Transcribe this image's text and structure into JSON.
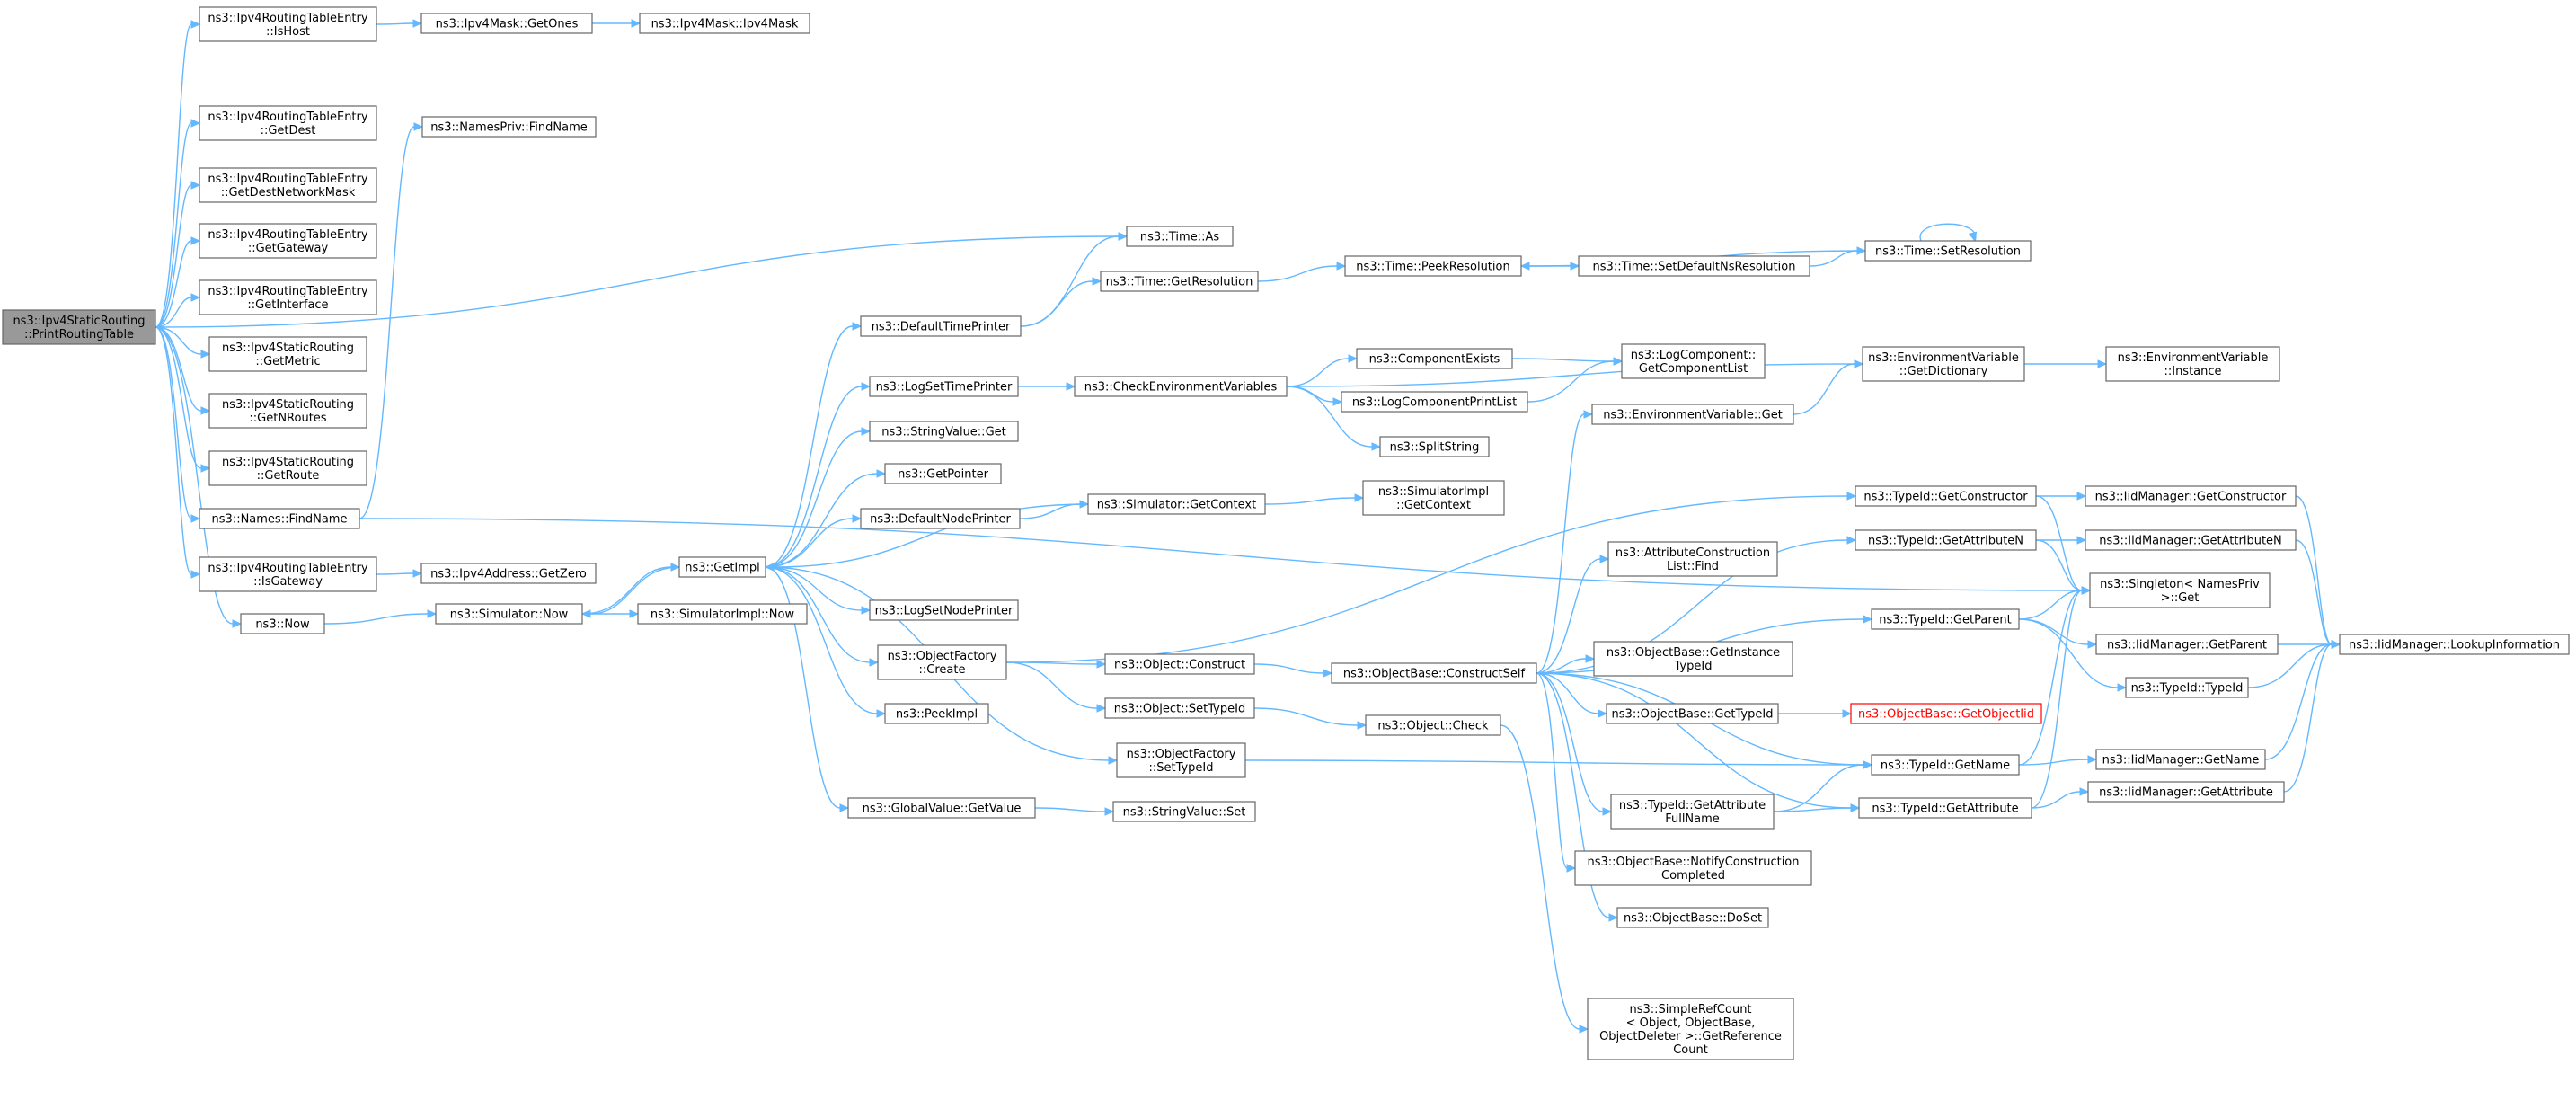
{
  "graph": {
    "colors": {
      "edge": "#63b8ff",
      "node_border": "#666666",
      "root_fill": "#999999",
      "highlight": "#ff0000"
    },
    "nodes": [
      {
        "id": "root",
        "lines": [
          "ns3::Ipv4StaticRouting",
          "::PrintRoutingTable"
        ],
        "style": "root"
      },
      {
        "id": "isHost",
        "lines": [
          "ns3::Ipv4RoutingTableEntry",
          "::IsHost"
        ]
      },
      {
        "id": "getDest",
        "lines": [
          "ns3::Ipv4RoutingTableEntry",
          "::GetDest"
        ]
      },
      {
        "id": "getDestMask",
        "lines": [
          "ns3::Ipv4RoutingTableEntry",
          "::GetDestNetworkMask"
        ]
      },
      {
        "id": "getGateway",
        "lines": [
          "ns3::Ipv4RoutingTableEntry",
          "::GetGateway"
        ]
      },
      {
        "id": "getInterface",
        "lines": [
          "ns3::Ipv4RoutingTableEntry",
          "::GetInterface"
        ]
      },
      {
        "id": "getMetric",
        "lines": [
          "ns3::Ipv4StaticRouting",
          "::GetMetric"
        ]
      },
      {
        "id": "getNRoutes",
        "lines": [
          "ns3::Ipv4StaticRouting",
          "::GetNRoutes"
        ]
      },
      {
        "id": "getRoute",
        "lines": [
          "ns3::Ipv4StaticRouting",
          "::GetRoute"
        ]
      },
      {
        "id": "namesFind",
        "lines": [
          "ns3::Names::FindName"
        ]
      },
      {
        "id": "isGateway",
        "lines": [
          "ns3::Ipv4RoutingTableEntry",
          "::IsGateway"
        ]
      },
      {
        "id": "now",
        "lines": [
          "ns3::Now"
        ]
      },
      {
        "id": "maskGetOnes",
        "lines": [
          "ns3::Ipv4Mask::GetOnes"
        ]
      },
      {
        "id": "maskCtor",
        "lines": [
          "ns3::Ipv4Mask::Ipv4Mask"
        ]
      },
      {
        "id": "namesPrivFind",
        "lines": [
          "ns3::NamesPriv::FindName"
        ]
      },
      {
        "id": "addrGetZero",
        "lines": [
          "ns3::Ipv4Address::GetZero"
        ]
      },
      {
        "id": "simNow",
        "lines": [
          "ns3::Simulator::Now"
        ]
      },
      {
        "id": "getImpl",
        "lines": [
          "ns3::GetImpl"
        ]
      },
      {
        "id": "simImplNow",
        "lines": [
          "ns3::SimulatorImpl::Now"
        ]
      },
      {
        "id": "timeAs",
        "lines": [
          "ns3::Time::As"
        ]
      },
      {
        "id": "defTimePrinter",
        "lines": [
          "ns3::DefaultTimePrinter"
        ]
      },
      {
        "id": "logSetTimePrinter",
        "lines": [
          "ns3::LogSetTimePrinter"
        ]
      },
      {
        "id": "stringValueGet",
        "lines": [
          "ns3::StringValue::Get"
        ]
      },
      {
        "id": "getPointer",
        "lines": [
          "ns3::GetPointer"
        ]
      },
      {
        "id": "defNodePrinter",
        "lines": [
          "ns3::DefaultNodePrinter"
        ]
      },
      {
        "id": "logSetNodePrinter",
        "lines": [
          "ns3::LogSetNodePrinter"
        ]
      },
      {
        "id": "objFactoryCreate",
        "lines": [
          "ns3::ObjectFactory",
          "::Create"
        ]
      },
      {
        "id": "peekImpl",
        "lines": [
          "ns3::PeekImpl"
        ]
      },
      {
        "id": "gvGetValue",
        "lines": [
          "ns3::GlobalValue::GetValue"
        ]
      },
      {
        "id": "timeGetRes",
        "lines": [
          "ns3::Time::GetResolution"
        ]
      },
      {
        "id": "checkEnvVars",
        "lines": [
          "ns3::CheckEnvironmentVariables"
        ]
      },
      {
        "id": "simGetContext",
        "lines": [
          "ns3::Simulator::GetContext"
        ]
      },
      {
        "id": "objConstruct",
        "lines": [
          "ns3::Object::Construct"
        ]
      },
      {
        "id": "objSetTypeId",
        "lines": [
          "ns3::Object::SetTypeId"
        ]
      },
      {
        "id": "objFactorySetTypeId",
        "lines": [
          "ns3::ObjectFactory",
          "::SetTypeId"
        ]
      },
      {
        "id": "stringValueSet",
        "lines": [
          "ns3::StringValue::Set"
        ]
      },
      {
        "id": "timePeekRes",
        "lines": [
          "ns3::Time::PeekResolution"
        ]
      },
      {
        "id": "componentExists",
        "lines": [
          "ns3::ComponentExists"
        ]
      },
      {
        "id": "logCompPrintList",
        "lines": [
          "ns3::LogComponentPrintList"
        ]
      },
      {
        "id": "splitString",
        "lines": [
          "ns3::SplitString"
        ]
      },
      {
        "id": "simImplGetContext",
        "lines": [
          "ns3::SimulatorImpl",
          "::GetContext"
        ]
      },
      {
        "id": "objBaseConstructSelf",
        "lines": [
          "ns3::ObjectBase::ConstructSelf"
        ]
      },
      {
        "id": "objCheck",
        "lines": [
          "ns3::Object::Check"
        ]
      },
      {
        "id": "timeSetDefNsRes",
        "lines": [
          "ns3::Time::SetDefaultNsResolution"
        ]
      },
      {
        "id": "logCompGetList",
        "lines": [
          "ns3::LogComponent::",
          "GetComponentList"
        ]
      },
      {
        "id": "envVarGet",
        "lines": [
          "ns3::EnvironmentVariable::Get"
        ]
      },
      {
        "id": "attrConstrListFind",
        "lines": [
          "ns3::AttributeConstruction",
          "List::Find"
        ]
      },
      {
        "id": "objBaseGetInstTypeId",
        "lines": [
          "ns3::ObjectBase::GetInstance",
          "TypeId"
        ]
      },
      {
        "id": "objBaseGetTypeId",
        "lines": [
          "ns3::ObjectBase::GetTypeId"
        ]
      },
      {
        "id": "typeIdGetAttrFullName",
        "lines": [
          "ns3::TypeId::GetAttribute",
          "FullName"
        ]
      },
      {
        "id": "objBaseNotify",
        "lines": [
          "ns3::ObjectBase::NotifyConstruction",
          "Completed"
        ]
      },
      {
        "id": "objBaseDoSet",
        "lines": [
          "ns3::ObjectBase::DoSet"
        ]
      },
      {
        "id": "simpleRefCount",
        "lines": [
          "ns3::SimpleRefCount",
          "< Object, ObjectBase,",
          "ObjectDeleter >::GetReference",
          "Count"
        ]
      },
      {
        "id": "timeSetRes",
        "lines": [
          "ns3::Time::SetResolution"
        ]
      },
      {
        "id": "envVarGetDict",
        "lines": [
          "ns3::EnvironmentVariable",
          "::GetDictionary"
        ]
      },
      {
        "id": "typeIdGetCtor",
        "lines": [
          "ns3::TypeId::GetConstructor"
        ]
      },
      {
        "id": "typeIdGetAttrN",
        "lines": [
          "ns3::TypeId::GetAttributeN"
        ]
      },
      {
        "id": "typeIdGetParent",
        "lines": [
          "ns3::TypeId::GetParent"
        ]
      },
      {
        "id": "typeIdGetName",
        "lines": [
          "ns3::TypeId::GetName"
        ]
      },
      {
        "id": "typeIdGetAttr",
        "lines": [
          "ns3::TypeId::GetAttribute"
        ]
      },
      {
        "id": "objBaseGetObjectIid",
        "lines": [
          "ns3::ObjectBase::GetObjectIid"
        ],
        "style": "hl"
      },
      {
        "id": "envVarInstance",
        "lines": [
          "ns3::EnvironmentVariable",
          "::Instance"
        ]
      },
      {
        "id": "iidGetCtor",
        "lines": [
          "ns3::IidManager::GetConstructor"
        ]
      },
      {
        "id": "iidGetAttrN",
        "lines": [
          "ns3::IidManager::GetAttributeN"
        ]
      },
      {
        "id": "singletonGet",
        "lines": [
          "ns3::Singleton< NamesPriv",
          ">::Get"
        ]
      },
      {
        "id": "iidGetParent",
        "lines": [
          "ns3::IidManager::GetParent"
        ]
      },
      {
        "id": "typeIdTypeId",
        "lines": [
          "ns3::TypeId::TypeId"
        ]
      },
      {
        "id": "iidGetName",
        "lines": [
          "ns3::IidManager::GetName"
        ]
      },
      {
        "id": "iidGetAttr",
        "lines": [
          "ns3::IidManager::GetAttribute"
        ]
      },
      {
        "id": "iidLookup",
        "lines": [
          "ns3::IidManager::LookupInformation"
        ]
      }
    ],
    "edges": [
      [
        "root",
        "isHost"
      ],
      [
        "root",
        "getDest"
      ],
      [
        "root",
        "getDestMask"
      ],
      [
        "root",
        "getGateway"
      ],
      [
        "root",
        "getInterface"
      ],
      [
        "root",
        "getMetric"
      ],
      [
        "root",
        "getNRoutes"
      ],
      [
        "root",
        "getRoute"
      ],
      [
        "root",
        "namesFind"
      ],
      [
        "root",
        "isGateway"
      ],
      [
        "root",
        "now"
      ],
      [
        "root",
        "timeAs"
      ],
      [
        "isHost",
        "maskGetOnes"
      ],
      [
        "maskGetOnes",
        "maskCtor"
      ],
      [
        "namesFind",
        "namesPrivFind"
      ],
      [
        "namesFind",
        "singletonGet"
      ],
      [
        "isGateway",
        "addrGetZero"
      ],
      [
        "now",
        "simNow"
      ],
      [
        "simNow",
        "getImpl"
      ],
      [
        "simNow",
        "simImplNow"
      ],
      [
        "getImpl",
        "simNow"
      ],
      [
        "getImpl",
        "defTimePrinter"
      ],
      [
        "getImpl",
        "logSetTimePrinter"
      ],
      [
        "getImpl",
        "stringValueGet"
      ],
      [
        "getImpl",
        "getPointer"
      ],
      [
        "getImpl",
        "defNodePrinter"
      ],
      [
        "getImpl",
        "logSetNodePrinter"
      ],
      [
        "getImpl",
        "objFactoryCreate"
      ],
      [
        "getImpl",
        "peekImpl"
      ],
      [
        "getImpl",
        "gvGetValue"
      ],
      [
        "getImpl",
        "objFactorySetTypeId"
      ],
      [
        "defTimePrinter",
        "timeAs"
      ],
      [
        "defTimePrinter",
        "timeGetRes"
      ],
      [
        "timeGetRes",
        "timePeekRes"
      ],
      [
        "timePeekRes",
        "timeSetDefNsRes"
      ],
      [
        "timeSetDefNsRes",
        "timeSetRes"
      ],
      [
        "timeSetRes",
        "timePeekRes"
      ],
      [
        "timeSetRes",
        "timeSetRes"
      ],
      [
        "logSetTimePrinter",
        "checkEnvVars"
      ],
      [
        "checkEnvVars",
        "componentExists"
      ],
      [
        "checkEnvVars",
        "logCompPrintList"
      ],
      [
        "checkEnvVars",
        "splitString"
      ],
      [
        "checkEnvVars",
        "envVarGetDict"
      ],
      [
        "componentExists",
        "logCompGetList"
      ],
      [
        "logCompPrintList",
        "logCompGetList"
      ],
      [
        "defNodePrinter",
        "simGetContext"
      ],
      [
        "simGetContext",
        "getImpl"
      ],
      [
        "simGetContext",
        "simImplGetContext"
      ],
      [
        "objFactoryCreate",
        "objConstruct"
      ],
      [
        "objFactoryCreate",
        "objSetTypeId"
      ],
      [
        "objFactoryCreate",
        "typeIdGetCtor"
      ],
      [
        "objConstruct",
        "objBaseConstructSelf"
      ],
      [
        "objSetTypeId",
        "objCheck"
      ],
      [
        "objFactorySetTypeId",
        "typeIdGetName"
      ],
      [
        "gvGetValue",
        "stringValueSet"
      ],
      [
        "objCheck",
        "simpleRefCount"
      ],
      [
        "objBaseConstructSelf",
        "envVarGet"
      ],
      [
        "objBaseConstructSelf",
        "attrConstrListFind"
      ],
      [
        "objBaseConstructSelf",
        "objBaseGetInstTypeId"
      ],
      [
        "objBaseConstructSelf",
        "objBaseGetTypeId"
      ],
      [
        "objBaseConstructSelf",
        "typeIdGetAttrFullName"
      ],
      [
        "objBaseConstructSelf",
        "objBaseNotify"
      ],
      [
        "objBaseConstructSelf",
        "objBaseDoSet"
      ],
      [
        "objBaseConstructSelf",
        "typeIdGetAttrN"
      ],
      [
        "objBaseConstructSelf",
        "typeIdGetParent"
      ],
      [
        "objBaseConstructSelf",
        "typeIdGetName"
      ],
      [
        "objBaseConstructSelf",
        "typeIdGetAttr"
      ],
      [
        "envVarGet",
        "envVarGetDict"
      ],
      [
        "envVarGetDict",
        "envVarInstance"
      ],
      [
        "objBaseGetTypeId",
        "objBaseGetObjectIid"
      ],
      [
        "typeIdGetAttrFullName",
        "typeIdGetName"
      ],
      [
        "typeIdGetAttrFullName",
        "typeIdGetAttr"
      ],
      [
        "typeIdGetCtor",
        "iidGetCtor"
      ],
      [
        "typeIdGetCtor",
        "singletonGet"
      ],
      [
        "typeIdGetAttrN",
        "iidGetAttrN"
      ],
      [
        "typeIdGetAttrN",
        "singletonGet"
      ],
      [
        "typeIdGetParent",
        "singletonGet"
      ],
      [
        "typeIdGetParent",
        "iidGetParent"
      ],
      [
        "typeIdGetParent",
        "typeIdTypeId"
      ],
      [
        "typeIdGetName",
        "singletonGet"
      ],
      [
        "typeIdGetName",
        "iidGetName"
      ],
      [
        "typeIdGetAttr",
        "singletonGet"
      ],
      [
        "typeIdGetAttr",
        "iidGetAttr"
      ],
      [
        "iidGetCtor",
        "iidLookup"
      ],
      [
        "iidGetAttrN",
        "iidLookup"
      ],
      [
        "iidGetParent",
        "iidLookup"
      ],
      [
        "typeIdTypeId",
        "iidLookup"
      ],
      [
        "iidGetName",
        "iidLookup"
      ],
      [
        "iidGetAttr",
        "iidLookup"
      ]
    ]
  }
}
